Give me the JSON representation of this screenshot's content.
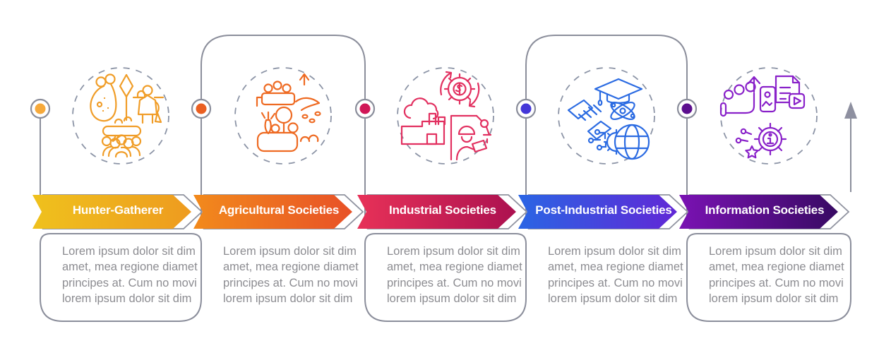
{
  "infographic": {
    "background": "#FFFFFF",
    "scaffold": {
      "line_color": "#8B8E9B",
      "dashed_circle_color": "#8C94A6",
      "end_arrow_color": "#8E90A0",
      "text_color": "#8C8C91"
    },
    "steps": [
      {
        "label": "Hunter-Gatherer",
        "desc_lines": [
          "Lorem ipsum dolor sit dim",
          "amet, mea regione diamet",
          "principes at. Cum no movi",
          "lorem ipsum dolor sit dim"
        ],
        "dot_color": "#F6A93B",
        "gradient_from": "#EFC11D",
        "gradient_to": "#EE9B1F",
        "icon_color": "#F09D28",
        "icon": "hunter-gatherer-icon"
      },
      {
        "label": "Agricultural Societies",
        "desc_lines": [
          "Lorem ipsum dolor sit dim",
          "amet, mea regione diamet",
          "principes at. Cum no movi",
          "lorem ipsum dolor sit dim"
        ],
        "dot_color": "#EA5F21",
        "gradient_from": "#F28A1C",
        "gradient_to": "#E85127",
        "icon_color": "#EE6A22",
        "icon": "agriculture-icon"
      },
      {
        "label": "Industrial Societies",
        "desc_lines": [
          "Lorem ipsum dolor sit dim",
          "amet, mea regione diamet",
          "principes at. Cum no movi",
          "lorem ipsum dolor sit dim"
        ],
        "dot_color": "#D01656",
        "gradient_from": "#E73158",
        "gradient_to": "#AC1150",
        "icon_color": "#E23060",
        "icon": "industry-icon"
      },
      {
        "label": "Post-Industrial Societies",
        "desc_lines": [
          "Lorem ipsum dolor sit dim",
          "amet, mea regione diamet",
          "principes at. Cum no movi",
          "lorem ipsum dolor sit dim"
        ],
        "dot_color": "#4437D8",
        "gradient_from": "#2A65E4",
        "gradient_to": "#6127D6",
        "icon_color": "#2B6BE2",
        "icon": "post-industrial-icon"
      },
      {
        "label": "Information Societies",
        "desc_lines": [
          "Lorem ipsum dolor sit dim",
          "amet, mea regione diamet",
          "principes at. Cum no movi",
          "lorem ipsum dolor sit dim"
        ],
        "dot_color": "#5C0F8E",
        "gradient_from": "#7A12B3",
        "gradient_to": "#380A63",
        "icon_color": "#8921C9",
        "icon": "information-icon"
      }
    ]
  }
}
